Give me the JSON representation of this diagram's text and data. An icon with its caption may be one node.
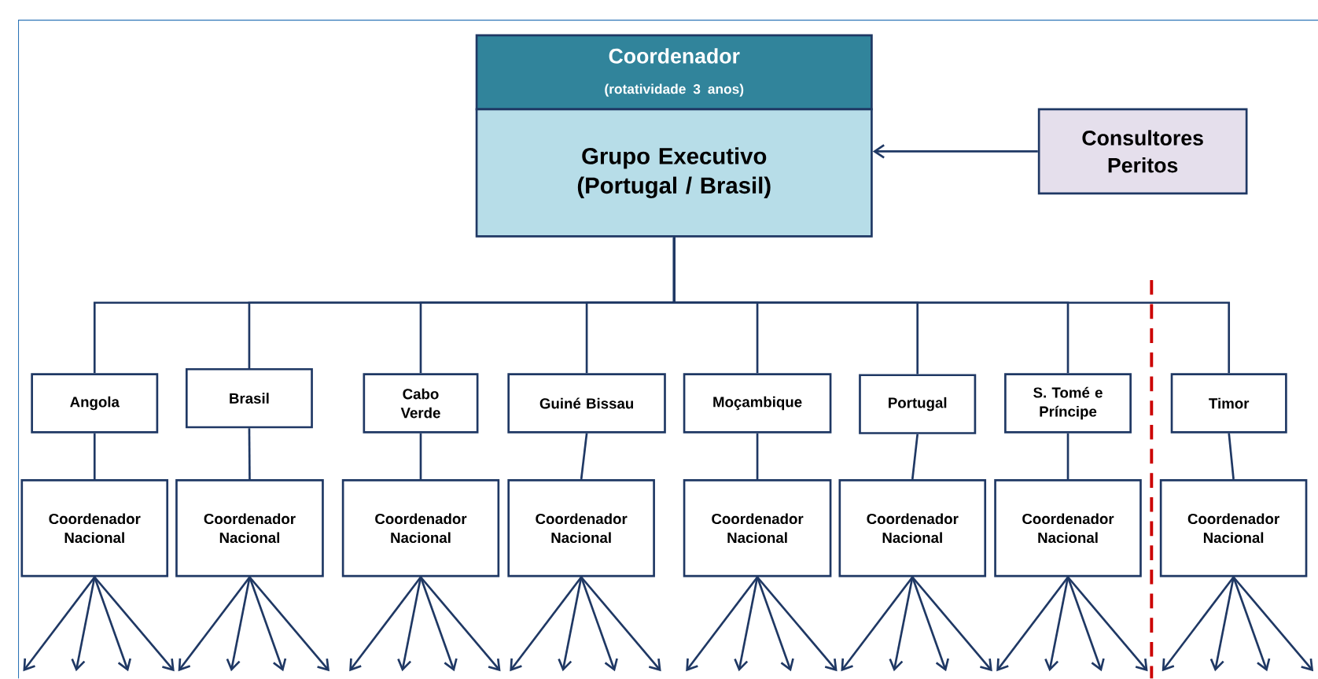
{
  "diagram": {
    "nodes": [
      {
        "text": [
          "Coordenador",
          "(rotatividade 3 anos)"
        ]
      },
      {
        "text": [
          "Grupo Executivo (Portugal / Brasil)"
        ]
      },
      {
        "text": [
          "Consultores Peritos"
        ]
      },
      {
        "text": [
          "Angola"
        ]
      },
      {
        "text": [
          "Brasil"
        ]
      },
      {
        "text": [
          "Cabo Verde"
        ]
      },
      {
        "text": [
          "Guiné Bissau"
        ]
      },
      {
        "text": [
          "Moçambique"
        ]
      },
      {
        "text": [
          "Portugal"
        ]
      },
      {
        "text": [
          "S. Tomé e Príncipe"
        ]
      },
      {
        "text": [
          "Timor"
        ]
      },
      {
        "text": [
          "Coordenador Nacional"
        ]
      },
      {
        "text": [
          "Coordenador Nacional"
        ]
      },
      {
        "text": [
          "Coordenador Nacional"
        ]
      },
      {
        "text": [
          "Coordenador Nacional"
        ]
      },
      {
        "text": [
          "Coordenador Nacional"
        ]
      },
      {
        "text": [
          "Coordenador Nacional"
        ]
      },
      {
        "text": [
          "Coordenador Nacional"
        ]
      },
      {
        "text": [
          "Coordenador Nacional"
        ]
      }
    ],
    "edges": [
      {
        "from": 2,
        "to": 1,
        "arrow": "to"
      },
      {
        "from": 1,
        "to": 3,
        "arrow": "none"
      },
      {
        "from": 1,
        "to": 4,
        "arrow": "none"
      },
      {
        "from": 1,
        "to": 5,
        "arrow": "none"
      },
      {
        "from": 1,
        "to": 6,
        "arrow": "none"
      },
      {
        "from": 1,
        "to": 7,
        "arrow": "none"
      },
      {
        "from": 1,
        "to": 8,
        "arrow": "none"
      },
      {
        "from": 1,
        "to": 9,
        "arrow": "none"
      },
      {
        "from": 1,
        "to": 10,
        "arrow": "none"
      },
      {
        "from": 3,
        "to": 11,
        "arrow": "none"
      },
      {
        "from": 4,
        "to": 12,
        "arrow": "none"
      },
      {
        "from": 5,
        "to": 13,
        "arrow": "none"
      },
      {
        "from": 6,
        "to": 14,
        "arrow": "none"
      },
      {
        "from": 7,
        "to": 15,
        "arrow": "none"
      },
      {
        "from": 8,
        "to": 16,
        "arrow": "none"
      },
      {
        "from": 9,
        "to": 17,
        "arrow": "none"
      },
      {
        "from": 10,
        "to": 18,
        "arrow": "none"
      },
      {
        "from": 11,
        "to": null,
        "arrow": "to"
      },
      {
        "from": 11,
        "to": null,
        "arrow": "to"
      },
      {
        "from": 11,
        "to": null,
        "arrow": "to"
      },
      {
        "from": 11,
        "to": null,
        "arrow": "to"
      },
      {
        "from": 12,
        "to": null,
        "arrow": "to"
      },
      {
        "from": 12,
        "to": null,
        "arrow": "to"
      },
      {
        "from": 12,
        "to": null,
        "arrow": "to"
      },
      {
        "from": 12,
        "to": null,
        "arrow": "to"
      },
      {
        "from": 13,
        "to": null,
        "arrow": "to"
      },
      {
        "from": 13,
        "to": null,
        "arrow": "to"
      },
      {
        "from": 13,
        "to": null,
        "arrow": "to"
      },
      {
        "from": 13,
        "to": null,
        "arrow": "to"
      },
      {
        "from": 14,
        "to": null,
        "arrow": "to"
      },
      {
        "from": 14,
        "to": null,
        "arrow": "to"
      },
      {
        "from": 14,
        "to": null,
        "arrow": "to"
      },
      {
        "from": 14,
        "to": null,
        "arrow": "to"
      },
      {
        "from": 15,
        "to": null,
        "arrow": "to"
      },
      {
        "from": 15,
        "to": null,
        "arrow": "to"
      },
      {
        "from": 15,
        "to": null,
        "arrow": "to"
      },
      {
        "from": 15,
        "to": null,
        "arrow": "to"
      },
      {
        "from": 16,
        "to": null,
        "arrow": "to"
      },
      {
        "from": 16,
        "to": null,
        "arrow": "to"
      },
      {
        "from": 16,
        "to": null,
        "arrow": "to"
      },
      {
        "from": 16,
        "to": null,
        "arrow": "to"
      },
      {
        "from": 17,
        "to": null,
        "arrow": "to"
      },
      {
        "from": 17,
        "to": null,
        "arrow": "to"
      },
      {
        "from": 17,
        "to": null,
        "arrow": "to"
      },
      {
        "from": 17,
        "to": null,
        "arrow": "to"
      },
      {
        "from": 18,
        "to": null,
        "arrow": "to"
      },
      {
        "from": 18,
        "to": null,
        "arrow": "to"
      },
      {
        "from": 18,
        "to": null,
        "arrow": "to"
      },
      {
        "from": 18,
        "to": null,
        "arrow": "to"
      }
    ]
  }
}
